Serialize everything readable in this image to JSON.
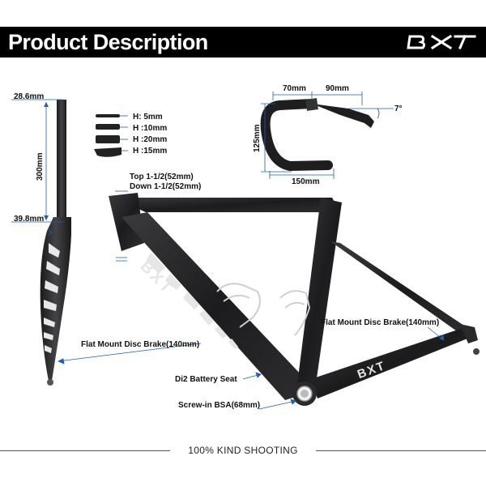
{
  "banner": {
    "title": "Product Description",
    "brand": "BXT"
  },
  "fork": {
    "top_diameter": "28.6mm",
    "steerer_length": "300mm",
    "crown_diameter": "39.8mm",
    "brake": "Flat Mount Disc Brake(140mm)"
  },
  "spacers": [
    {
      "label": "H: 5mm"
    },
    {
      "label": "H :10mm"
    },
    {
      "label": "H :20mm"
    },
    {
      "label": "H :15mm"
    }
  ],
  "handlebar": {
    "reach_a": "70mm",
    "reach_b": "90mm",
    "drop": "125mm",
    "width": "150mm",
    "flare": "7°"
  },
  "headset": {
    "top": "Top 1-1/2(52mm)",
    "down": "Down 1-1/2(52mm)"
  },
  "frame": {
    "rear_brake": "Flat Mount Disc Brake(140mm)",
    "di2": "Di2 Battery Seat",
    "bb": "Screw-in BSA(68mm)",
    "downtube_brand": "BXT",
    "chainstay_brand": "BXT"
  },
  "footer": {
    "text": "100% KIND SHOOTING"
  },
  "colors": {
    "banner_bg": "#000000",
    "carbon": "#2a2a2c",
    "leader": "#1f5fb0",
    "text": "#111111"
  }
}
